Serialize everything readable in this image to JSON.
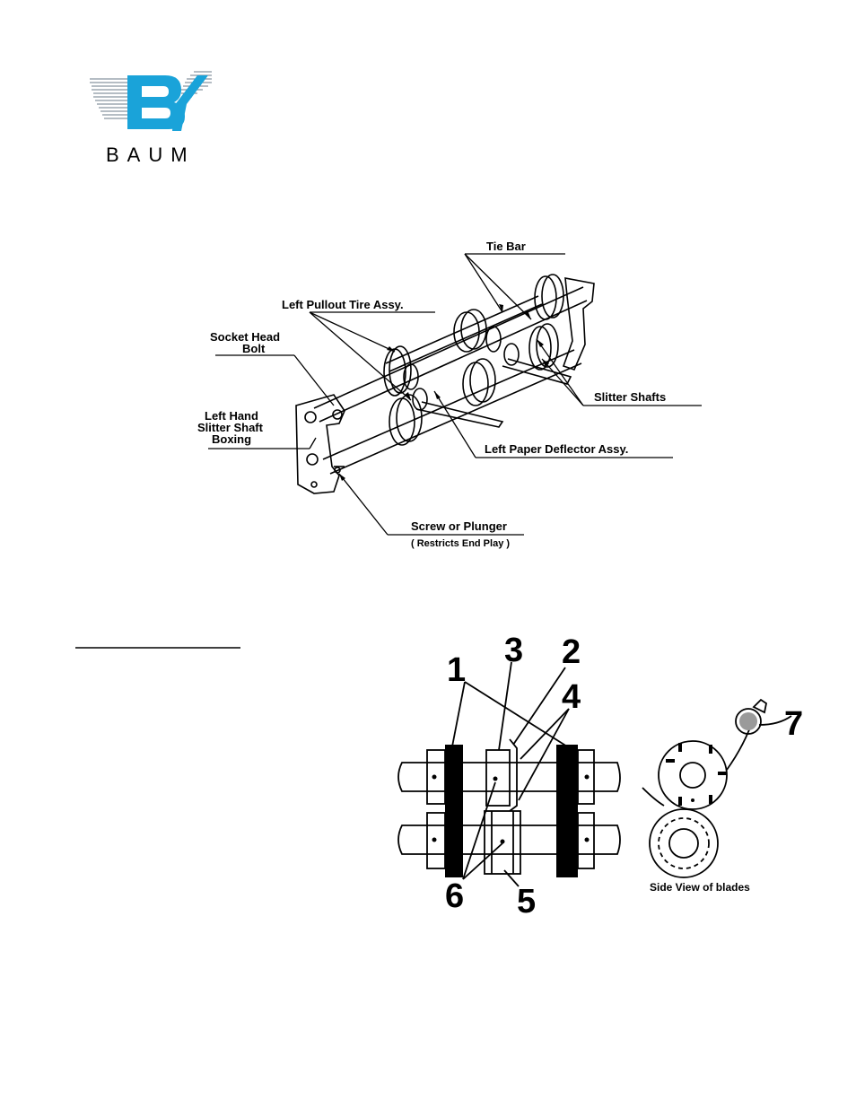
{
  "brand": {
    "name": "BAUM",
    "accent": "#1aa3d9"
  },
  "assembly_diagram": {
    "labels": {
      "tie_bar": "Tie Bar",
      "left_pullout_tire": "Left Pullout Tire Assy.",
      "socket_head_bolt_line1": "Socket Head",
      "socket_head_bolt_line2": "Bolt",
      "left_hand_line1": "Left Hand",
      "left_hand_line2": "Slitter Shaft",
      "left_hand_line3": "Boxing",
      "slitter_shafts": "Slitter Shafts",
      "left_paper_deflector": "Left Paper Deflector Assy.",
      "screw_or_plunger": "Screw or Plunger",
      "restricts_end_play": "( Restricts End Play )"
    }
  },
  "blade_diagram": {
    "numbers": [
      "1",
      "2",
      "3",
      "4",
      "5",
      "6",
      "7"
    ],
    "side_view_caption": "Side View of blades"
  }
}
